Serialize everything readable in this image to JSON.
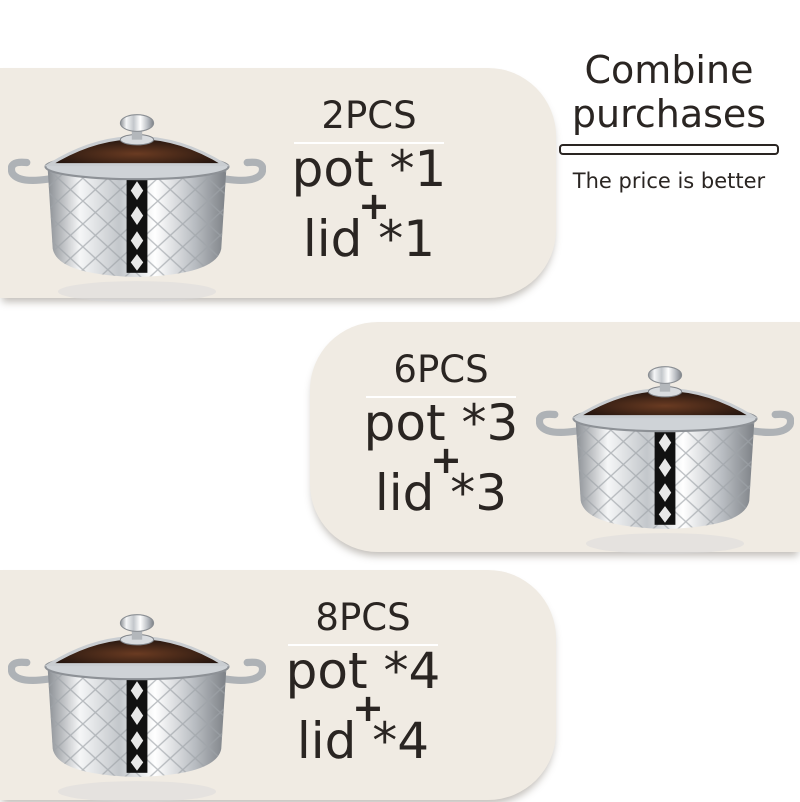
{
  "headline": {
    "line1": "Combine",
    "line2": "purchases",
    "tagline": "The price is better"
  },
  "sets": [
    {
      "pcs": "2PCS",
      "pot": "pot *1",
      "plus": "+",
      "lid": "lid *1"
    },
    {
      "pcs": "6PCS",
      "pot": "pot *3",
      "plus": "+",
      "lid": "lid *3"
    },
    {
      "pcs": "8PCS",
      "pot": "pot *4",
      "plus": "+",
      "lid": "lid *4"
    }
  ],
  "colors": {
    "card": "#f0ebe3",
    "text": "#2a2522",
    "lid_glass": "#3b1f14"
  }
}
